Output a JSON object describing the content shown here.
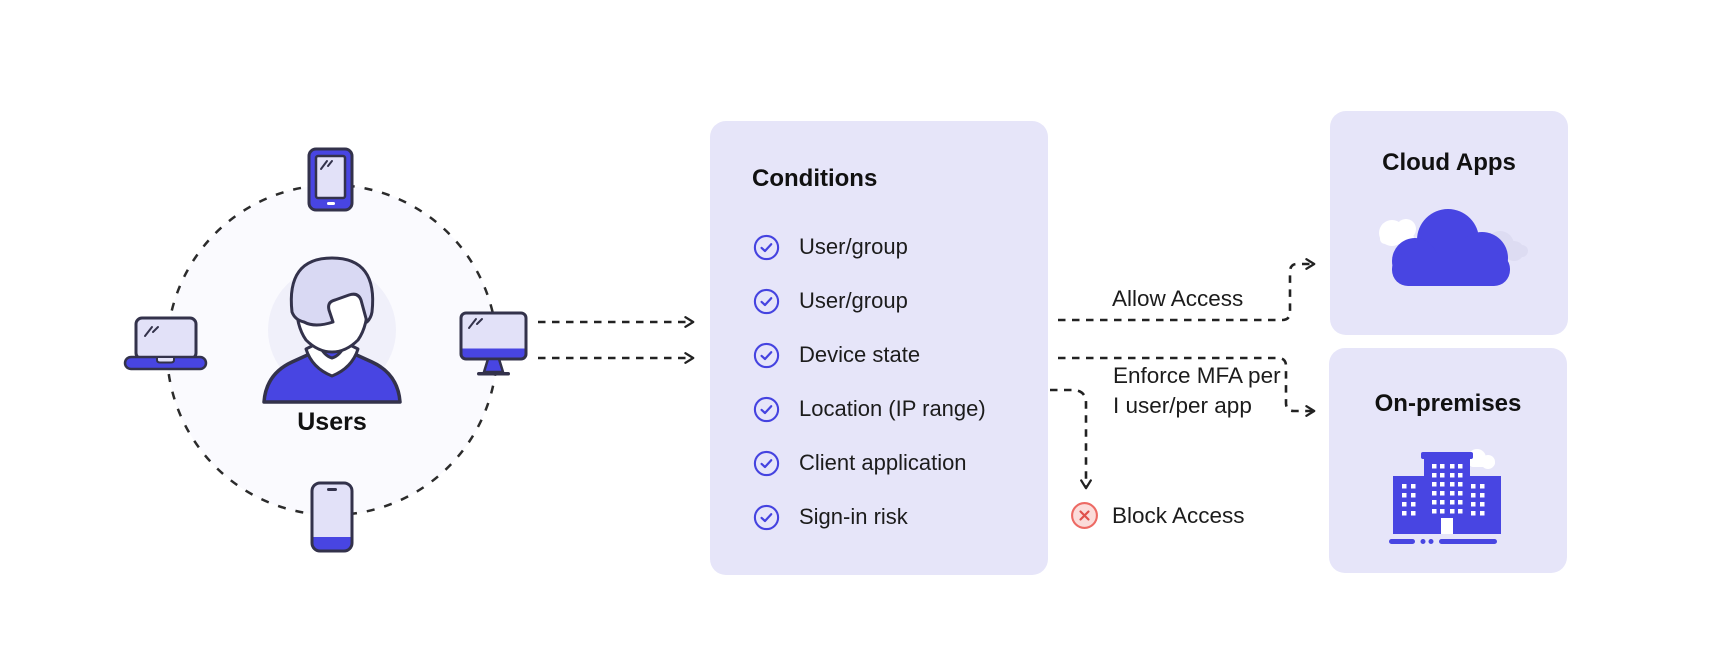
{
  "diagram": {
    "users": {
      "label": "Users",
      "devices": [
        "tablet",
        "laptop",
        "desktop-monitor",
        "smartphone"
      ]
    },
    "conditions": {
      "title": "Conditions",
      "items": [
        {
          "icon": "check-circle",
          "label": "User/group"
        },
        {
          "icon": "check-circle",
          "label": "User/group"
        },
        {
          "icon": "check-circle",
          "label": "Device state"
        },
        {
          "icon": "check-circle",
          "label": "Location (IP range)"
        },
        {
          "icon": "check-circle",
          "label": "Client application"
        },
        {
          "icon": "check-circle",
          "label": "Sign-in risk"
        }
      ]
    },
    "outcomes": {
      "allow_label": "Allow Access",
      "enforce_label": "Enforce MFA per I user/per app",
      "block_label": "Block Access",
      "block_icon": "x-circle"
    },
    "targets": {
      "cloud_apps": {
        "title": "Cloud Apps",
        "icon": "cloud"
      },
      "on_premises": {
        "title": "On-premises",
        "icon": "building"
      }
    },
    "colors": {
      "accent_blue": "#4845E2",
      "panel_lavender": "#E6E5F9",
      "icon_outline": "#33324B",
      "device_screen": "#E2E1F8",
      "connector_dark": "#222222",
      "check_blue": "#4543E0",
      "danger_red": "#ED6A64",
      "danger_fill": "#FBDCDA",
      "hair_lavender": "#D9D9F3",
      "text": "#1C1C1C"
    }
  }
}
